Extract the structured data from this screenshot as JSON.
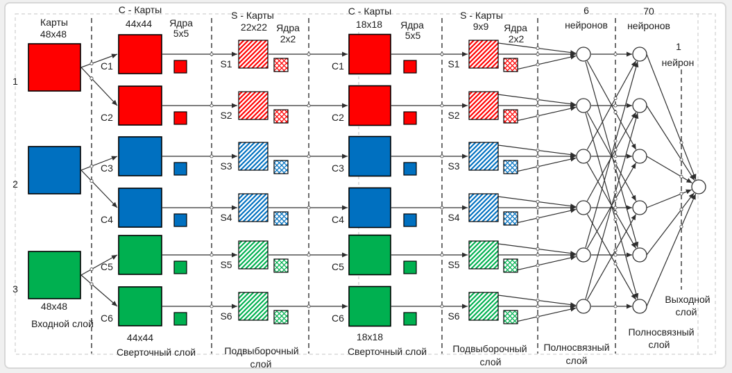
{
  "colors": {
    "red": "#FF0000",
    "blue": "#0070C0",
    "green": "#00B050",
    "line": "#2e2e2e",
    "dashed_separator": "#1f1f1f",
    "light_guide": "#c6c6c6"
  },
  "input_layer": {
    "header_line1": "Карты",
    "header_line2": "48x48",
    "maps": [
      {
        "label": "1",
        "color": "red"
      },
      {
        "label": "2",
        "color": "blue"
      },
      {
        "label": "3",
        "color": "green"
      }
    ],
    "size_label": "48x48",
    "caption": "Входной слой"
  },
  "conv_layer_1": {
    "header_line1": "C - Карты",
    "header_line2": "44x44",
    "kernel_line1": "Ядра",
    "kernel_line2": "5x5",
    "maps": [
      {
        "label": "C1",
        "color": "red"
      },
      {
        "label": "C2",
        "color": "red"
      },
      {
        "label": "C3",
        "color": "blue"
      },
      {
        "label": "C4",
        "color": "blue"
      },
      {
        "label": "C5",
        "color": "green"
      },
      {
        "label": "C6",
        "color": "green"
      }
    ],
    "size_label": "44x44",
    "caption": "Сверточный слой"
  },
  "subsample_layer_1": {
    "header_line1": "S - Карты",
    "header_line2": "22x22",
    "kernel_line1": "Ядра",
    "kernel_line2": "2x2",
    "maps": [
      {
        "label": "S1",
        "color": "red"
      },
      {
        "label": "S2",
        "color": "red"
      },
      {
        "label": "S3",
        "color": "blue"
      },
      {
        "label": "S4",
        "color": "blue"
      },
      {
        "label": "S5",
        "color": "green"
      },
      {
        "label": "S6",
        "color": "green"
      }
    ],
    "caption_line1": "Подвыборочный",
    "caption_line2": "слой"
  },
  "conv_layer_2": {
    "header_line1": "C - Карты",
    "header_line2": "18x18",
    "kernel_line1": "Ядра",
    "kernel_line2": "5x5",
    "maps": [
      {
        "label": "C1",
        "color": "red"
      },
      {
        "label": "C2",
        "color": "red"
      },
      {
        "label": "C3",
        "color": "blue"
      },
      {
        "label": "C4",
        "color": "blue"
      },
      {
        "label": "C5",
        "color": "green"
      },
      {
        "label": "C6",
        "color": "green"
      }
    ],
    "size_label": "18x18",
    "caption": "Сверточный слой"
  },
  "subsample_layer_2": {
    "header_line1": "S - Карты",
    "header_line2": "9x9",
    "kernel_line1": "Ядра",
    "kernel_line2": "2x2",
    "maps": [
      {
        "label": "S1",
        "color": "red"
      },
      {
        "label": "S2",
        "color": "red"
      },
      {
        "label": "S3",
        "color": "blue"
      },
      {
        "label": "S4",
        "color": "blue"
      },
      {
        "label": "S5",
        "color": "green"
      },
      {
        "label": "S6",
        "color": "green"
      }
    ],
    "caption_line1": "Подвыборочный",
    "caption_line2": "слой"
  },
  "fc_layer_1": {
    "header_line1": "6",
    "header_line2": "нейронов",
    "caption_line1": "Полносвязный",
    "caption_line2": "слой",
    "neurons_drawn": 6
  },
  "fc_layer_2": {
    "header_line1": "70",
    "header_line2": "нейронов",
    "caption_line1": "Полносвязный",
    "caption_line2": "слой",
    "neurons_drawn": 6
  },
  "output_layer": {
    "header_line1": "1",
    "header_line2": "нейрон",
    "caption_line1": "Выходной",
    "caption_line2": "слой",
    "neurons_drawn": 1
  }
}
